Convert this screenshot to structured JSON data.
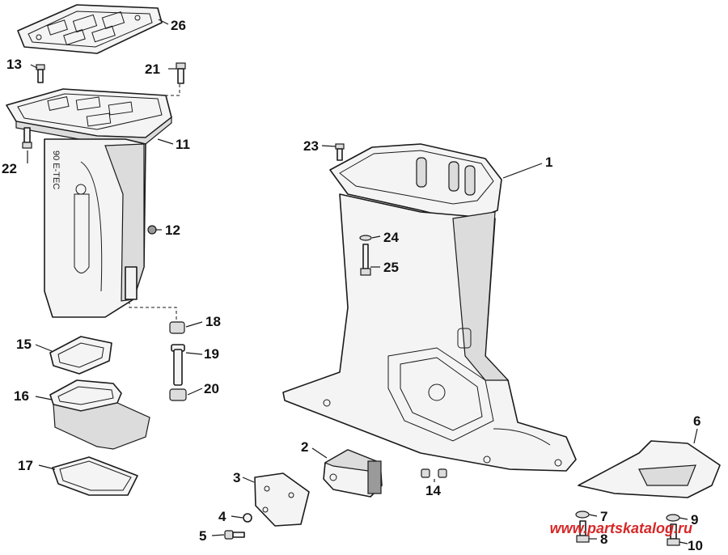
{
  "callouts": {
    "c1": "1",
    "c2": "2",
    "c3": "3",
    "c4": "4",
    "c5": "5",
    "c6": "6",
    "c7": "7",
    "c8": "8",
    "c9": "9",
    "c10": "10",
    "c11": "11",
    "c12": "12",
    "c13": "13",
    "c14": "14",
    "c15": "15",
    "c16": "16",
    "c17": "17",
    "c18": "18",
    "c19": "19",
    "c20": "20",
    "c21": "21",
    "c22": "22",
    "c23": "23",
    "c24": "24",
    "c25": "25",
    "c26": "26"
  },
  "watermark": "www.partskatalog.ru",
  "adapter_marking": "90 E-TEC"
}
